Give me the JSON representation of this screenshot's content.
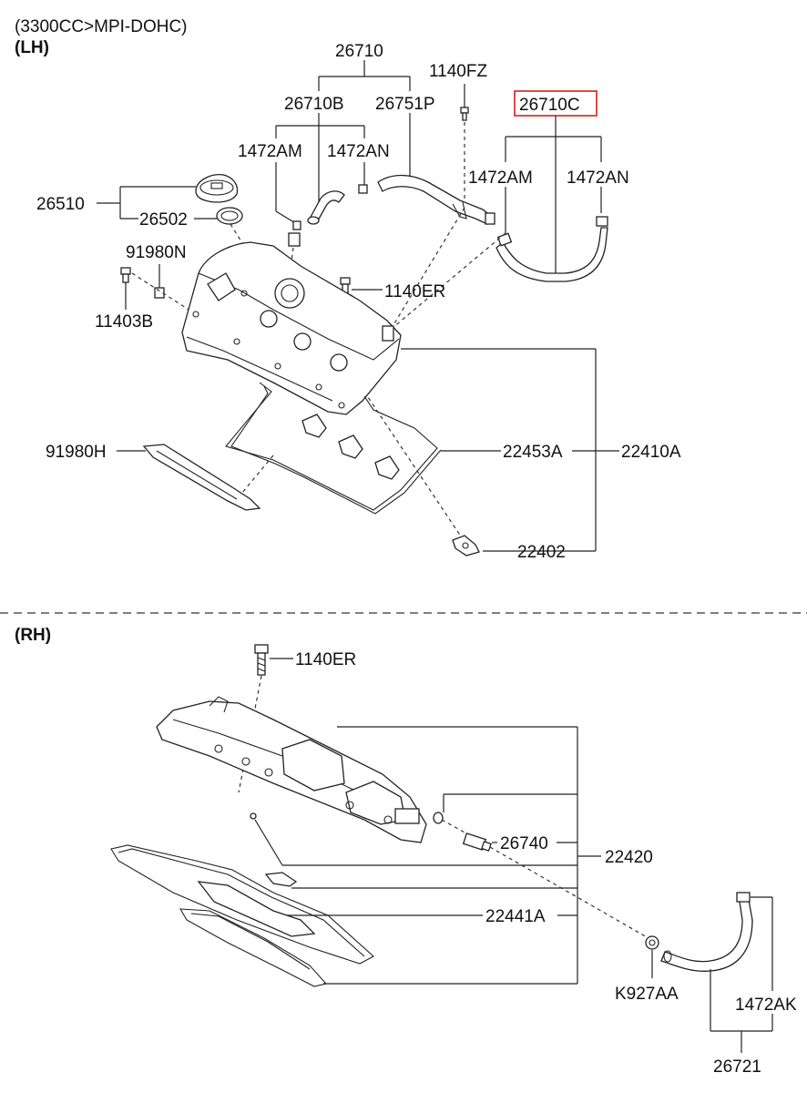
{
  "header": {
    "engine": "(3300CC>MPI-DOHC)",
    "section_lh": "(LH)",
    "section_rh": "(RH)"
  },
  "highlight_color": "#d42020",
  "labels_lh": {
    "p26710": "26710",
    "p26710B": "26710B",
    "p26751P": "26751P",
    "p1140FZ": "1140FZ",
    "p26710C": "26710C",
    "p1472AM_a": "1472AM",
    "p1472AN_a": "1472AN",
    "p1472AM_b": "1472AM",
    "p1472AN_b": "1472AN",
    "p26510": "26510",
    "p26502": "26502",
    "p91980N": "91980N",
    "p11403B": "11403B",
    "p1140ER": "1140ER",
    "p91980H": "91980H",
    "p22453A": "22453A",
    "p22410A": "22410A",
    "p22402": "22402"
  },
  "labels_rh": {
    "p1140ER": "1140ER",
    "p26740": "26740",
    "p22420": "22420",
    "p22441A": "22441A",
    "pK927AA": "K927AA",
    "p1472AK": "1472AK",
    "p26721": "26721"
  }
}
